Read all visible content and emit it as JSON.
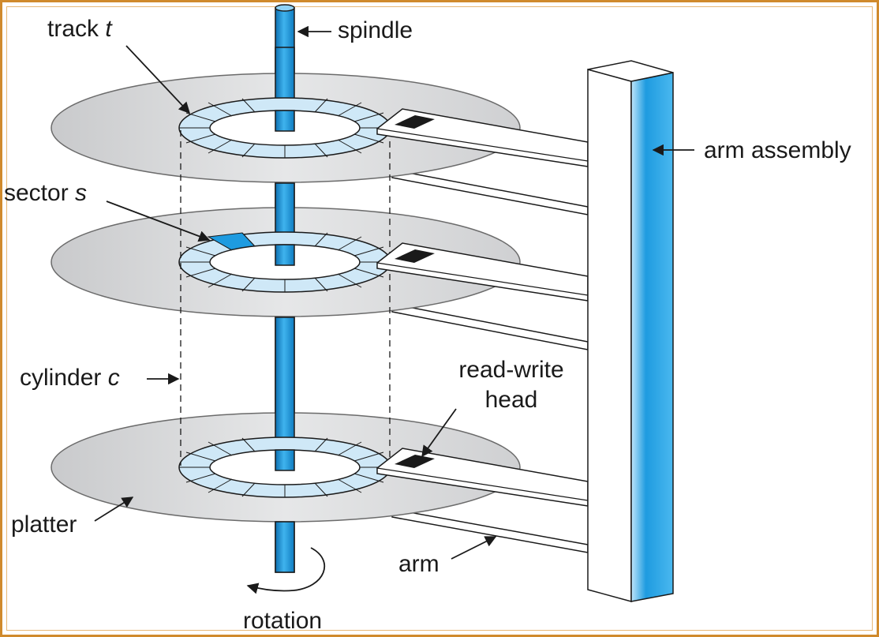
{
  "labels": {
    "track_text": "track ",
    "track_var": "t",
    "spindle": "spindle",
    "arm_assembly": "arm assembly",
    "sector_text": "sector ",
    "sector_var": "s",
    "cylinder_text": "cylinder ",
    "cylinder_var": "c",
    "read_write_line1": "read-write",
    "read_write_line2": "head",
    "platter": "platter",
    "arm": "arm",
    "rotation": "rotation"
  },
  "colors": {
    "frame": "#d08a2c",
    "platter": "#d9dadc",
    "track": "#cfe8f7",
    "highlight": "#1e9be0",
    "spindle": "#1e9be0"
  }
}
